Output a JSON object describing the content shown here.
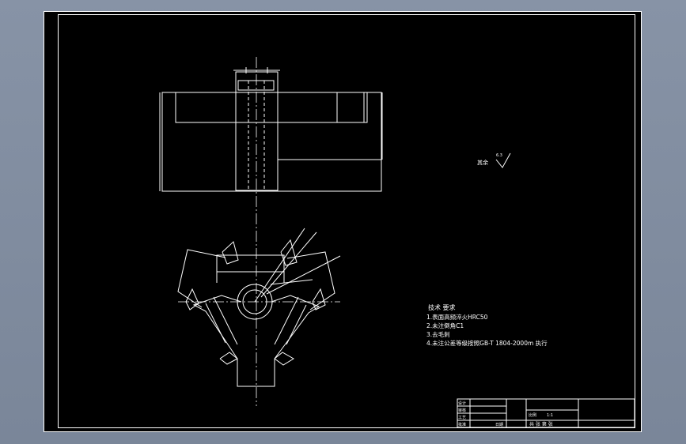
{
  "colors": {
    "background": "#000000",
    "lines": "#ffffff",
    "viewport": "#7e8a9c"
  },
  "tech": {
    "title": "技术 要求",
    "items": [
      "1.表面高频淬火HRC50",
      "2.未注倒角C1",
      "3.去毛刺",
      "4.未注公差等级按照GB-T 1804-2000m 执行"
    ]
  },
  "roughness": {
    "label": "其余",
    "value": "6.3"
  },
  "title_block": {
    "design": "设计",
    "check": "审核",
    "process": "工艺",
    "approve": "批准",
    "scale_label": "比例",
    "scale_value": "1:1",
    "sheet_row": "共 张 第 张",
    "date": "日期"
  }
}
